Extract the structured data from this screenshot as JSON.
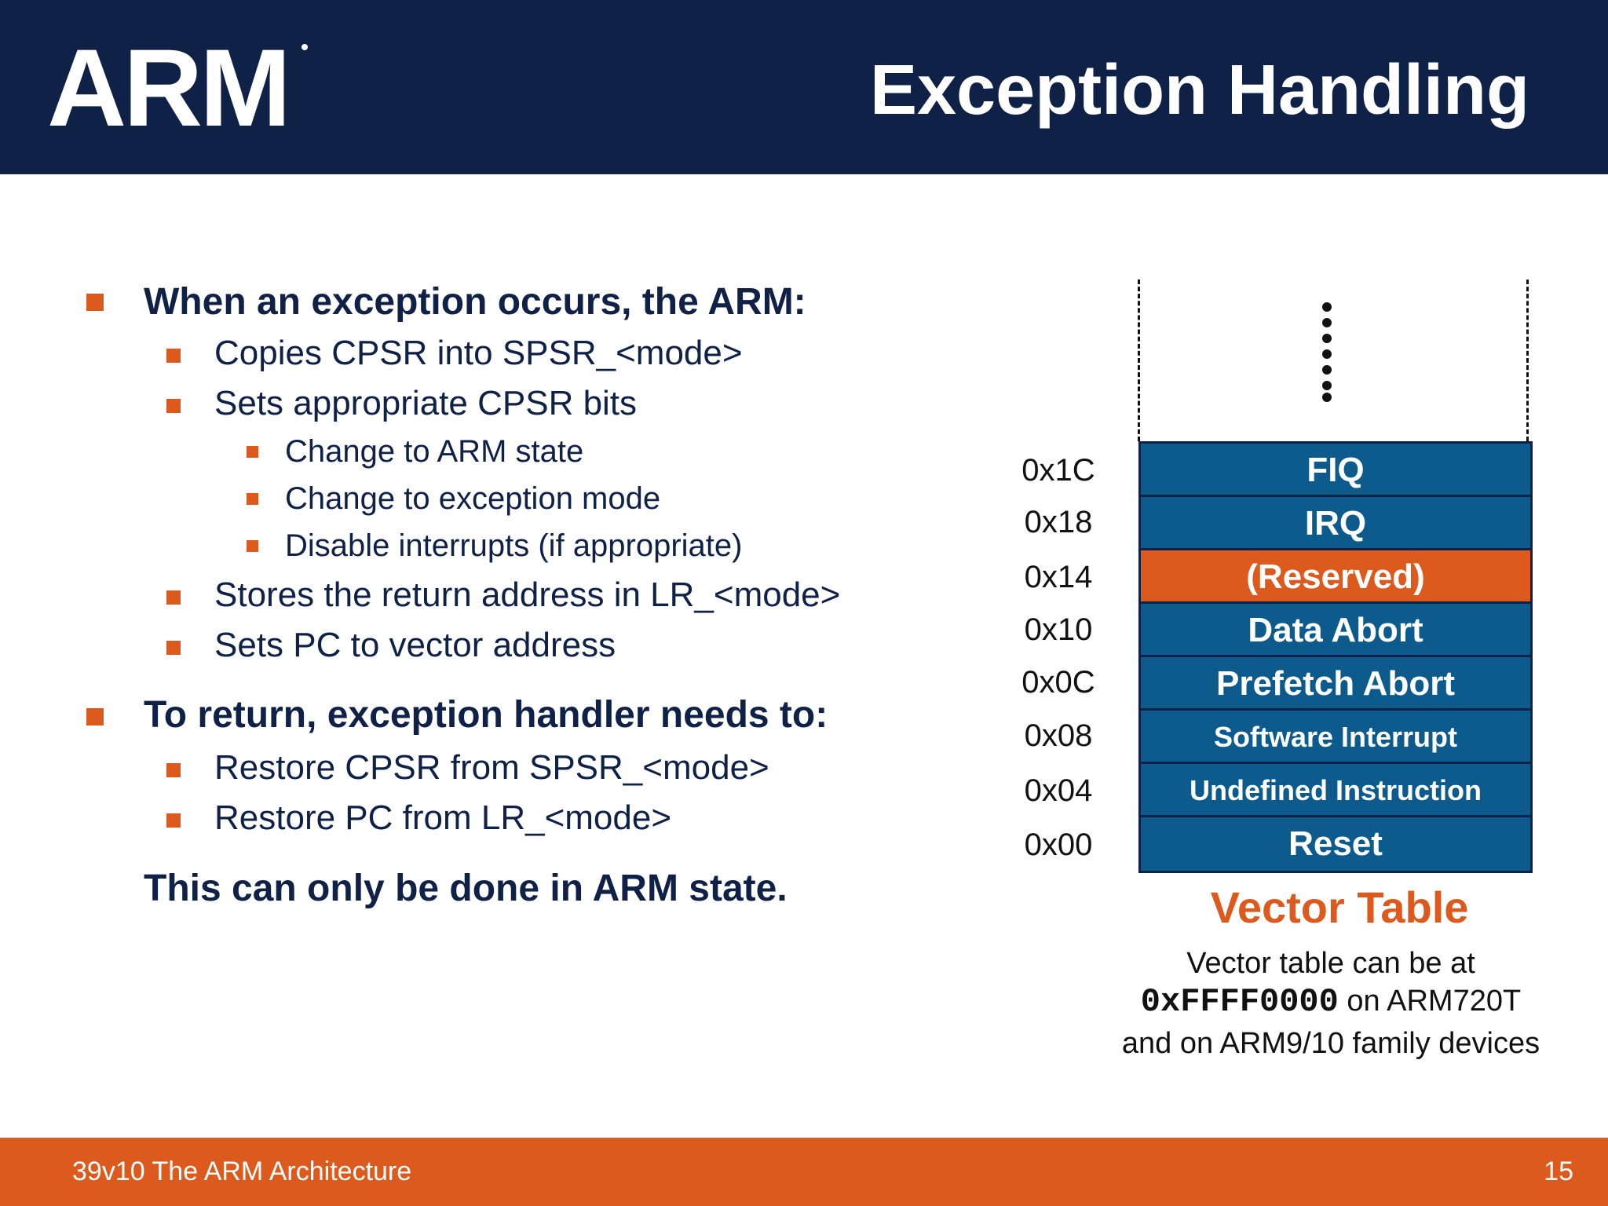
{
  "header": {
    "logo": "ARM",
    "title": "Exception Handling"
  },
  "bullets": {
    "occurs_heading": "When an exception occurs, the ARM:",
    "copies_cpsr": "Copies CPSR into SPSR_<mode>",
    "sets_cpsr_bits": "Sets appropriate CPSR bits",
    "change_arm_state": "Change to ARM state",
    "change_exception_mode": "Change to exception mode",
    "disable_interrupts": "Disable interrupts (if appropriate)",
    "stores_return": "Stores the return address in LR_<mode>",
    "sets_pc": "Sets PC to vector address",
    "return_heading": "To return, exception handler needs to:",
    "restore_cpsr": "Restore CPSR from SPSR_<mode>",
    "restore_pc": "Restore PC from LR_<mode>",
    "arm_state_note": "This can only be done in ARM state."
  },
  "vector_table": {
    "rows": [
      {
        "address": "0x1C",
        "label": "FIQ"
      },
      {
        "address": "0x18",
        "label": "IRQ"
      },
      {
        "address": "0x14",
        "label": "(Reserved)"
      },
      {
        "address": "0x10",
        "label": "Data Abort"
      },
      {
        "address": "0x0C",
        "label": "Prefetch Abort"
      },
      {
        "address": "0x08",
        "label": "Software Interrupt"
      },
      {
        "address": "0x04",
        "label": "Undefined Instruction"
      },
      {
        "address": "0x00",
        "label": "Reset"
      }
    ],
    "title": "Vector Table",
    "note_line1": "Vector table can be at",
    "note_address": "0xFFFF0000",
    "note_line2_suffix": " on ARM720T",
    "note_line3": "and on ARM9/10 family devices",
    "colors": {
      "cell": "#0d5b8c",
      "reserved": "#dc5a1e",
      "title": "#dc5a1e"
    }
  },
  "footer": {
    "left": "39v10 The ARM Architecture",
    "page_number": "15"
  },
  "colors": {
    "navy": "#0f2147",
    "orange": "#dc5a1e"
  }
}
